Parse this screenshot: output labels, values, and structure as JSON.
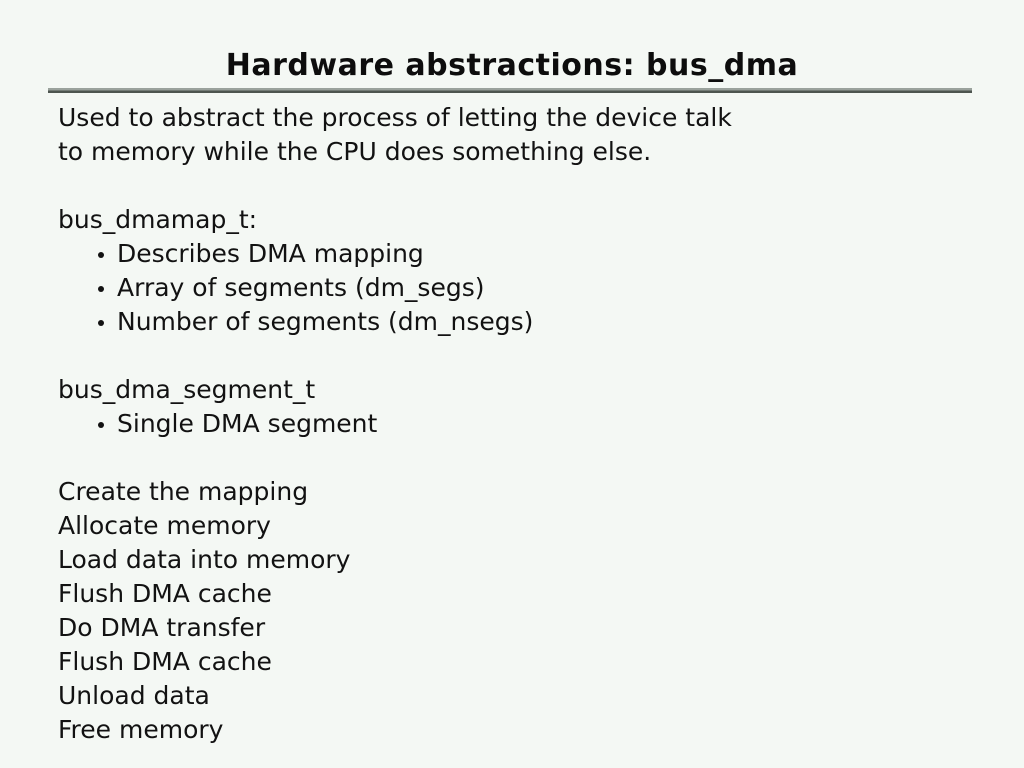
{
  "slide": {
    "title": "Hardware abstractions: bus_dma",
    "intro": [
      "Used to abstract the process of letting the device talk",
      "to memory while the CPU does something else."
    ],
    "sections": [
      {
        "heading": "bus_dmamap_t:",
        "bullets": [
          "Describes DMA mapping",
          "Array of segments (dm_segs)",
          "Number of segments (dm_nsegs)"
        ]
      },
      {
        "heading": "bus_dma_segment_t",
        "bullets": [
          "Single DMA segment"
        ]
      }
    ],
    "steps": [
      "Create the mapping",
      "Allocate memory",
      "Load data into memory",
      "Flush DMA cache",
      "Do DMA transfer",
      "Flush DMA cache",
      "Unload data",
      "Free memory"
    ],
    "colors": {
      "background": "#f4f8f4",
      "text": "#121212",
      "rule_light": "#9aa29c",
      "rule_dark": "#4d554f"
    }
  }
}
